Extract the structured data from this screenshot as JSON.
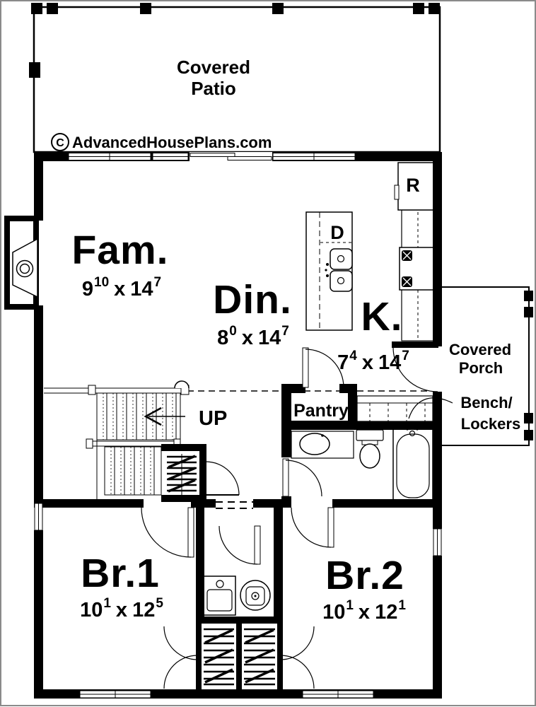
{
  "watermark": {
    "symbol": "C",
    "text": "AdvancedHousePlans.com"
  },
  "patio": {
    "line1": "Covered",
    "line2": "Patio"
  },
  "porch": {
    "line1": "Covered",
    "line2": "Porch"
  },
  "bench": {
    "line1": "Bench/",
    "line2": "Lockers"
  },
  "pantry": {
    "label": "Pantry"
  },
  "stairs": {
    "label": "UP"
  },
  "family": {
    "label": "Fam.",
    "dim": {
      "v1": "9",
      "s1": "10",
      "sep": "x",
      "v2": "14",
      "s2": "7"
    }
  },
  "dining": {
    "label": "Din.",
    "dim": {
      "v1": "8",
      "s1": "0",
      "sep": "x",
      "v2": "14",
      "s2": "7"
    }
  },
  "kitchen": {
    "label": "K.",
    "dim": {
      "v1": "7",
      "s1": "4",
      "sep": "x",
      "v2": "14",
      "s2": "7"
    },
    "refrigerator": "R",
    "dishwasher": "D"
  },
  "bedroom1": {
    "label": "Br.1",
    "dim": {
      "v1": "10",
      "s1": "1",
      "sep": "x",
      "v2": "12",
      "s2": "5"
    }
  },
  "bedroom2": {
    "label": "Br.2",
    "dim": {
      "v1": "10",
      "s1": "1",
      "sep": "x",
      "v2": "12",
      "s2": "1"
    }
  },
  "colors": {
    "wall": "#000000",
    "background": "#ffffff"
  }
}
